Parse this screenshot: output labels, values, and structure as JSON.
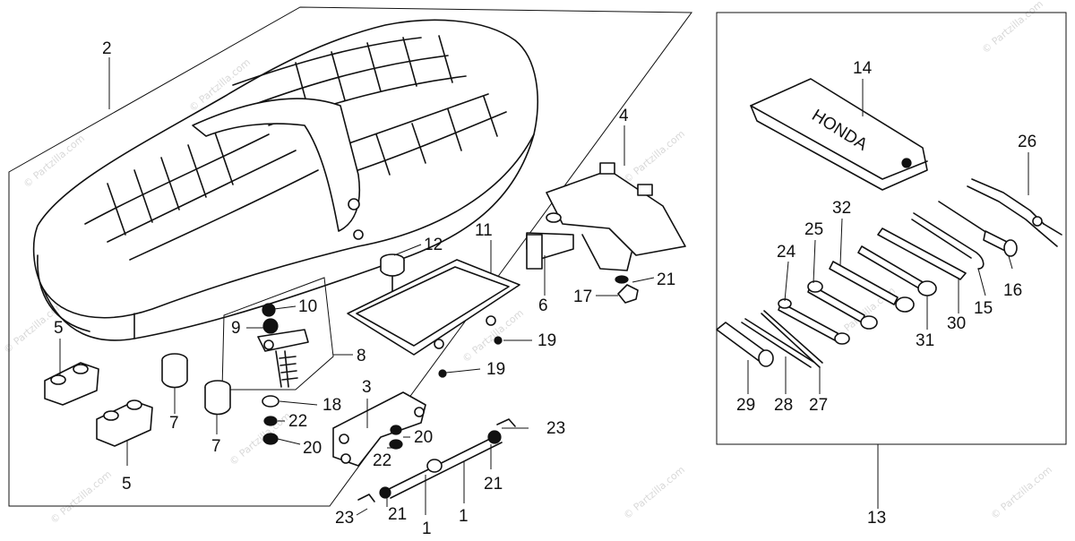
{
  "watermark": "© Partzilla.com",
  "callouts": {
    "c1a": "1",
    "c1b": "1",
    "c2": "2",
    "c3": "3",
    "c4": "4",
    "c5a": "5",
    "c5b": "5",
    "c6": "6",
    "c7a": "7",
    "c7b": "7",
    "c8": "8",
    "c9": "9",
    "c10": "10",
    "c11": "11",
    "c12": "12",
    "c13": "13",
    "c14": "14",
    "c15": "15",
    "c16": "16",
    "c17": "17",
    "c18": "18",
    "c19a": "19",
    "c19b": "19",
    "c20a": "20",
    "c20b": "20",
    "c21a": "21",
    "c21b": "21",
    "c21c": "21",
    "c22a": "22",
    "c22b": "22",
    "c23a": "23",
    "c23b": "23",
    "c24": "24",
    "c25": "25",
    "c26": "26",
    "c27": "27",
    "c28": "28",
    "c29": "29",
    "c30": "30",
    "c31": "31",
    "c32": "32"
  },
  "tool_bag_text": "HONDA"
}
